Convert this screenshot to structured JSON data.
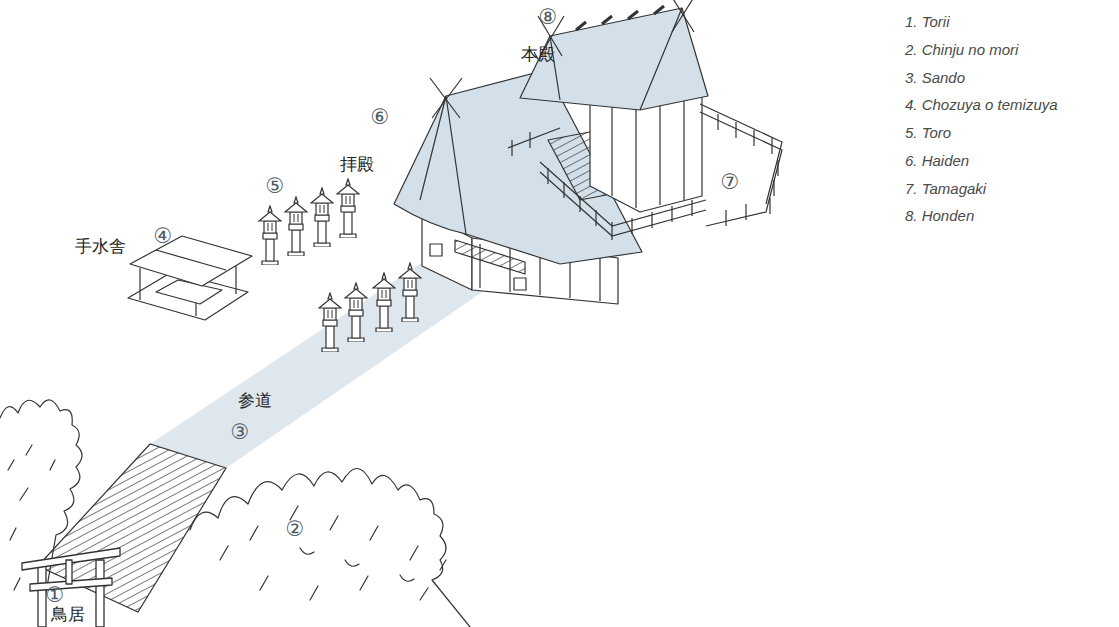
{
  "diagram": {
    "labels": [
      "⑧",
      "本殿",
      "⑥",
      "拝殿",
      "⑦",
      "⑤",
      "手水舎",
      "④",
      "参道",
      "③",
      "②",
      "①",
      "鳥居",
      "1. Torii",
      "2. Chinju no mori",
      "3. Sando",
      "4. Chozuya o temizuya",
      "5. Toro",
      "6. Haiden",
      "7. Tamagaki",
      "8. Honden"
    ]
  }
}
